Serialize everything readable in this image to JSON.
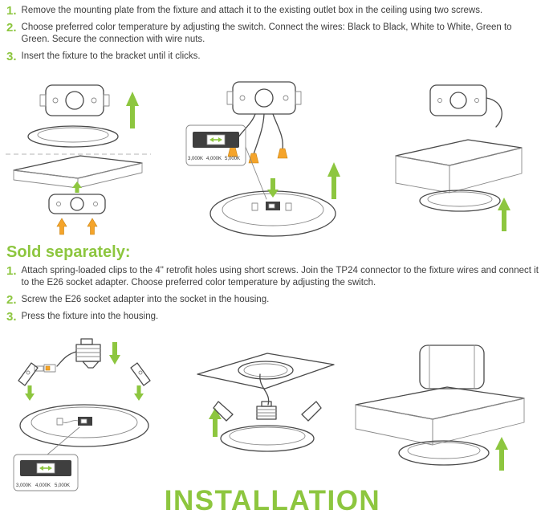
{
  "top_steps": [
    {
      "num": "1.",
      "text": "Remove the mounting plate from the fixture and attach it to the existing outlet box in the ceiling using two screws."
    },
    {
      "num": "2.",
      "text": "Choose preferred color temperature by adjusting the switch. Connect the wires: Black to Black, White to White, Green to Green. Secure the connection with wire nuts."
    },
    {
      "num": "3.",
      "text": "Insert the fixture to the bracket until it clicks."
    }
  ],
  "sold_separately_heading": "Sold separately:",
  "bottom_steps": [
    {
      "num": "1.",
      "text": "Attach spring-loaded clips to the 4\" retrofit holes using short screws. Join the TP24 connector to the fixture wires and connect it to the E26 socket adapter. Choose preferred color temperature by adjusting the switch."
    },
    {
      "num": "2.",
      "text": "Screw the E26 socket adapter into the socket in the housing."
    },
    {
      "num": "3.",
      "text": "Press the fixture into the housing."
    }
  ],
  "switch": {
    "labels": [
      "3,000K",
      "4,000K",
      "5,000K"
    ]
  },
  "title": "INSTALLATION",
  "colors": {
    "accent_green": "#8DC63F",
    "accent_orange": "#F5A42A",
    "text": "#3d3d3d"
  }
}
